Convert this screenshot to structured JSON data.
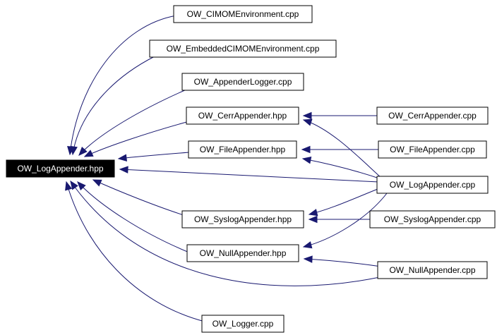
{
  "colors": {
    "edge": "#191970",
    "node_border": "#000000",
    "root_fill": "#000000",
    "root_text": "#ffffff"
  },
  "nodes": [
    {
      "id": "n_root",
      "label": "OW_LogAppender.hpp",
      "root": true
    },
    {
      "id": "n_cimom",
      "label": "OW_CIMOMEnvironment.cpp"
    },
    {
      "id": "n_embedded",
      "label": "OW_EmbeddedCIMOMEnvironment.cpp"
    },
    {
      "id": "n_applogger",
      "label": "OW_AppenderLogger.cpp"
    },
    {
      "id": "n_cerr_hpp",
      "label": "OW_CerrAppender.hpp"
    },
    {
      "id": "n_file_hpp",
      "label": "OW_FileAppender.hpp"
    },
    {
      "id": "n_syslog_hpp",
      "label": "OW_SyslogAppender.hpp"
    },
    {
      "id": "n_null_hpp",
      "label": "OW_NullAppender.hpp"
    },
    {
      "id": "n_logger",
      "label": "OW_Logger.cpp"
    },
    {
      "id": "n_cerr_cpp",
      "label": "OW_CerrAppender.cpp"
    },
    {
      "id": "n_file_cpp",
      "label": "OW_FileAppender.cpp"
    },
    {
      "id": "n_logapp_cpp",
      "label": "OW_LogAppender.cpp"
    },
    {
      "id": "n_syslog_cpp",
      "label": "OW_SyslogAppender.cpp"
    },
    {
      "id": "n_null_cpp",
      "label": "OW_NullAppender.cpp"
    }
  ],
  "edges": [
    {
      "id": "e1",
      "from": "n_cimom",
      "to": "n_root"
    },
    {
      "id": "e2",
      "from": "n_embedded",
      "to": "n_root"
    },
    {
      "id": "e3",
      "from": "n_applogger",
      "to": "n_root"
    },
    {
      "id": "e4",
      "from": "n_cerr_hpp",
      "to": "n_root"
    },
    {
      "id": "e5",
      "from": "n_file_hpp",
      "to": "n_root"
    },
    {
      "id": "e6",
      "from": "n_logapp_cpp",
      "to": "n_root"
    },
    {
      "id": "e7",
      "from": "n_syslog_hpp",
      "to": "n_root"
    },
    {
      "id": "e8",
      "from": "n_null_hpp",
      "to": "n_root"
    },
    {
      "id": "e9",
      "from": "n_null_cpp",
      "to": "n_root"
    },
    {
      "id": "e10",
      "from": "n_logger",
      "to": "n_root"
    },
    {
      "id": "e11",
      "from": "n_cerr_cpp",
      "to": "n_cerr_hpp"
    },
    {
      "id": "e12",
      "from": "n_logapp_cpp",
      "to": "n_cerr_hpp"
    },
    {
      "id": "e13",
      "from": "n_file_cpp",
      "to": "n_file_hpp"
    },
    {
      "id": "e14",
      "from": "n_logapp_cpp",
      "to": "n_file_hpp"
    },
    {
      "id": "e15",
      "from": "n_logapp_cpp",
      "to": "n_syslog_hpp"
    },
    {
      "id": "e16",
      "from": "n_syslog_cpp",
      "to": "n_syslog_hpp"
    },
    {
      "id": "e17",
      "from": "n_logapp_cpp",
      "to": "n_null_hpp"
    },
    {
      "id": "e18",
      "from": "n_null_cpp",
      "to": "n_null_hpp"
    }
  ]
}
